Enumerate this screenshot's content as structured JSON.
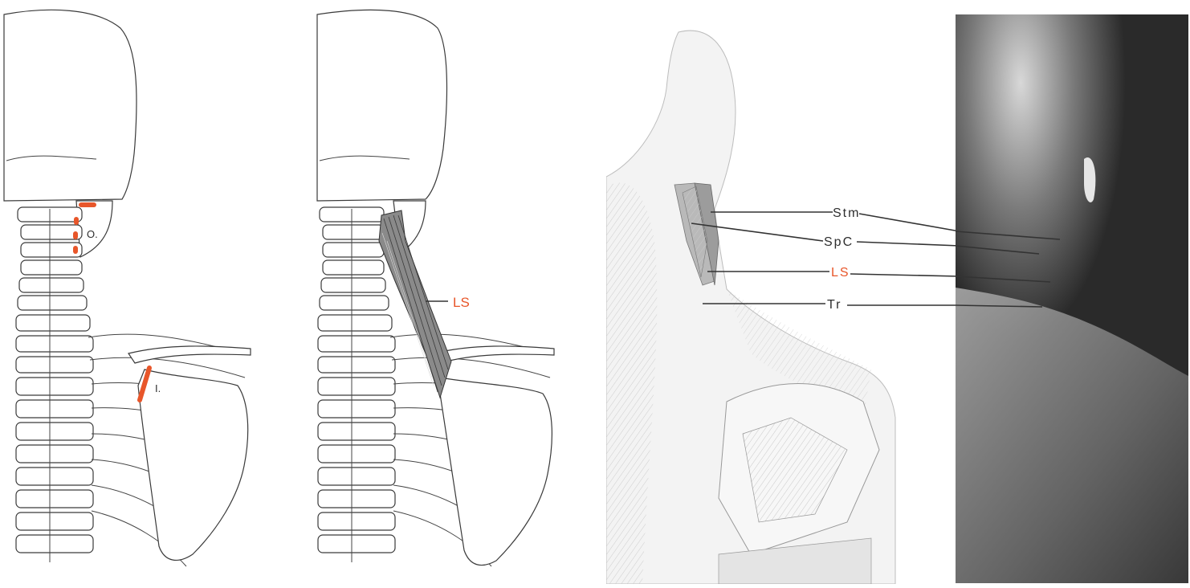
{
  "colors": {
    "accent": "#e8562a",
    "ink": "#2e2e2e",
    "photo_bg": "#1c1c1c"
  },
  "panel1": {
    "origin_label": "O.",
    "insertion_label": "I."
  },
  "panel2": {
    "muscle_label": "LS"
  },
  "panel3": {
    "labels": {
      "stm": "Stm",
      "spc": "SpC",
      "ls": "LS",
      "tr": "Tr"
    }
  }
}
